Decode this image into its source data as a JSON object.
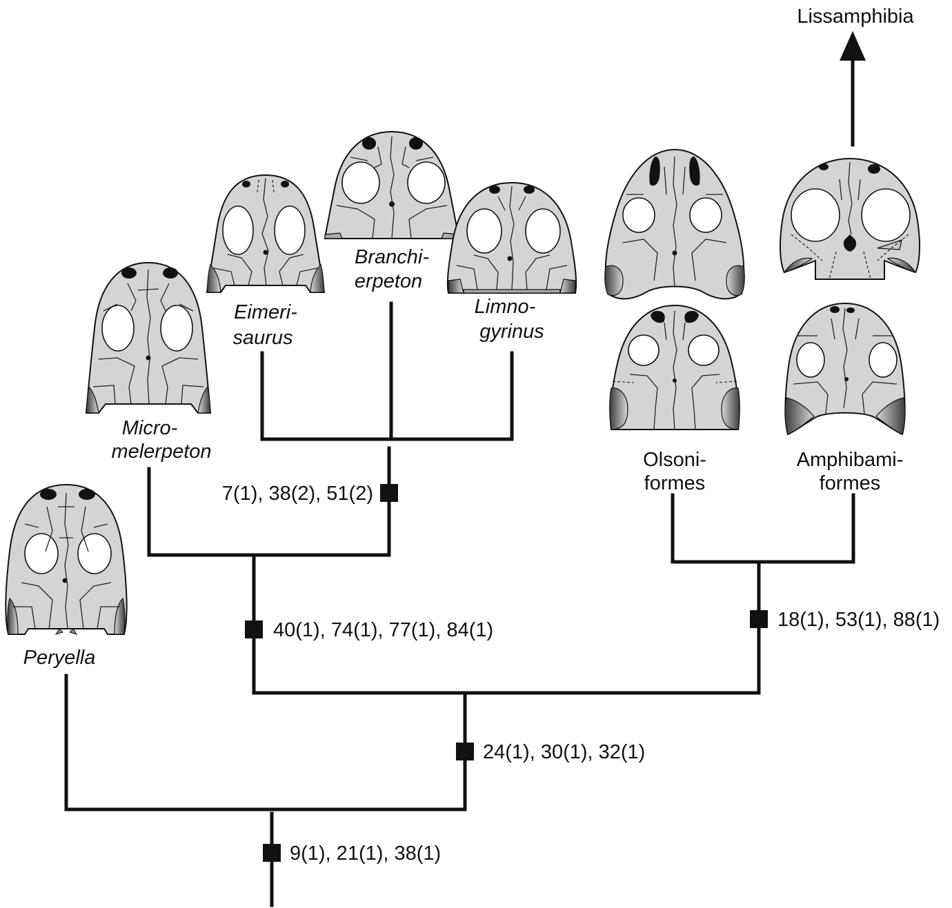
{
  "taxa": {
    "peryella": "Peryella",
    "micromelerpeton": [
      "Micro-",
      "melerpeton"
    ],
    "eimerisaurus": [
      "Eimeri-",
      "saurus"
    ],
    "branchierpeton": [
      "Branchi-",
      "erpeton"
    ],
    "limnogyrinus": [
      "Limno-",
      "gyrinus"
    ],
    "olsoniformes": [
      "Olsoni-",
      "formes"
    ],
    "amphibamiformes": [
      "Amphibami-",
      "formes"
    ],
    "lissamphibia": "Lissamphibia"
  },
  "characters": {
    "root": "9(1), 21(1), 38(1)",
    "clade_a": "24(1), 30(1), 32(1)",
    "clade_b": "40(1), 74(1), 77(1), 84(1)",
    "clade_c": "7(1), 38(2), 51(2)",
    "clade_d": "18(1), 53(1), 88(1)"
  },
  "colors": {
    "skull_fill": "#d4d4d4",
    "line": "#111111",
    "orbit": "#ffffff",
    "otic_notch": "#707070"
  },
  "icons": [
    "skull-peryella-icon",
    "skull-micromelerpeton-icon",
    "skull-eimerisaurus-icon",
    "skull-branchierpeton-icon",
    "skull-limnogyrinus-icon",
    "skull-olsoniformes-upper-icon",
    "skull-olsoniformes-lower-icon",
    "skull-amphibamiformes-upper-icon",
    "skull-amphibamiformes-lower-icon",
    "arrow-up-icon"
  ]
}
